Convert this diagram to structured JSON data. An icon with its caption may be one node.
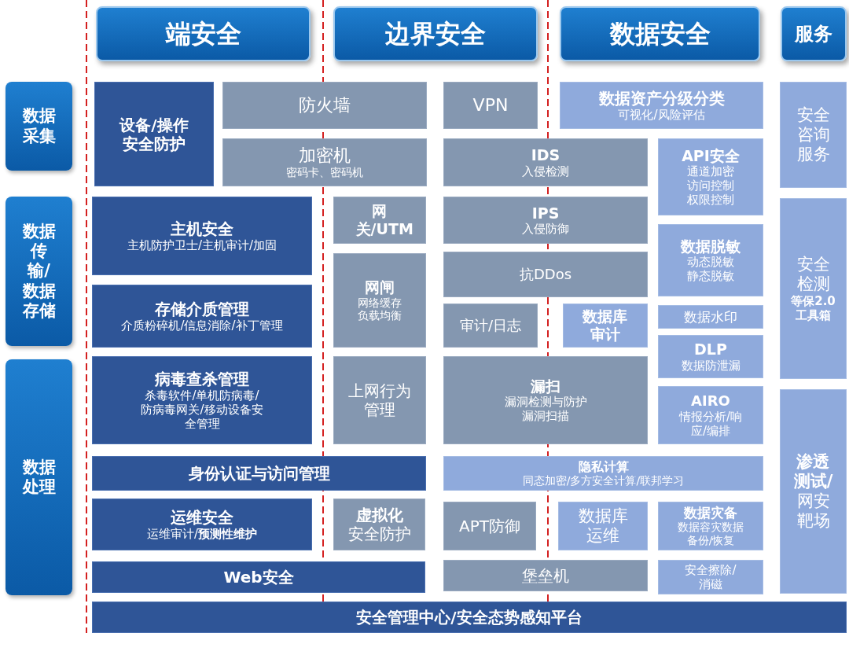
{
  "diagram": {
    "nodes": [
      {
        "text": [
          "端安全"
        ]
      },
      {
        "text": [
          "边界安全"
        ]
      },
      {
        "text": [
          "数据安全"
        ]
      },
      {
        "text": [
          "服务"
        ]
      },
      {
        "text": [
          "数据采集"
        ]
      },
      {
        "text": [
          "数据传输/数据存储"
        ]
      },
      {
        "text": [
          "数据处理"
        ]
      },
      {
        "text": [
          "设备/操作安全防护"
        ]
      },
      {
        "text": [
          "防火墙"
        ]
      },
      {
        "text": [
          "加密机",
          "密码卡、密码机"
        ]
      },
      {
        "text": [
          "VPN"
        ]
      },
      {
        "text": [
          "数据资产分级分类",
          "可视化/风险评估"
        ]
      },
      {
        "text": [
          "安全咨询服务"
        ]
      },
      {
        "text": [
          "IDS",
          "入侵检测"
        ]
      },
      {
        "text": [
          "API安全",
          "通道加密访问控制权限控制"
        ]
      },
      {
        "text": [
          "主机安全",
          "主机防护卫士/主机审计/加固"
        ]
      },
      {
        "text": [
          "网关/UTM"
        ]
      },
      {
        "text": [
          "IPS",
          "入侵防御"
        ]
      },
      {
        "text": [
          "数据脱敏",
          "动态脱敏静态脱敏"
        ]
      },
      {
        "text": [
          "安全检测",
          "等保2.0工具箱"
        ]
      },
      {
        "text": [
          "网闸",
          "网络缓存负载均衡"
        ]
      },
      {
        "text": [
          "抗DDos"
        ]
      },
      {
        "text": [
          "存储介质管理",
          "介质粉碎机/信息消除/补丁管理"
        ]
      },
      {
        "text": [
          "审计/日志"
        ]
      },
      {
        "text": [
          "数据库审计"
        ]
      },
      {
        "text": [
          "数据水印"
        ]
      },
      {
        "text": [
          "DLP",
          "数据防泄漏"
        ]
      },
      {
        "text": [
          "病毒查杀管理",
          "杀毒软件/单机防病毒/防病毒网关/移动设备安全管理"
        ]
      },
      {
        "text": [
          "上网行为管理"
        ]
      },
      {
        "text": [
          "漏扫",
          "漏洞检测与防护漏洞扫描"
        ]
      },
      {
        "text": [
          "AIRO",
          "情报分析/响应/编排"
        ]
      },
      {
        "text": [
          "渗透测试/",
          "网安靶场"
        ]
      },
      {
        "text": [
          "身份认证与访问管理"
        ]
      },
      {
        "text": [
          "隐私计算",
          "同态加密/多方安全计算/联邦学习"
        ]
      },
      {
        "text": [
          "运维安全",
          "运维审计/**预测性维护**"
        ]
      },
      {
        "text": [
          "虚拟化",
          "安全防护"
        ]
      },
      {
        "text": [
          "APT防御"
        ]
      },
      {
        "text": [
          "数据库运维"
        ]
      },
      {
        "text": [
          "数据灾备",
          "数据容灾数据备份/恢复"
        ]
      },
      {
        "text": [
          "Web安全"
        ]
      },
      {
        "text": [
          "堡垒机"
        ]
      },
      {
        "text": [
          "安全擦除/消磁"
        ]
      },
      {
        "text": [
          "安全管理中心/安全态势感知平台"
        ]
      }
    ]
  }
}
